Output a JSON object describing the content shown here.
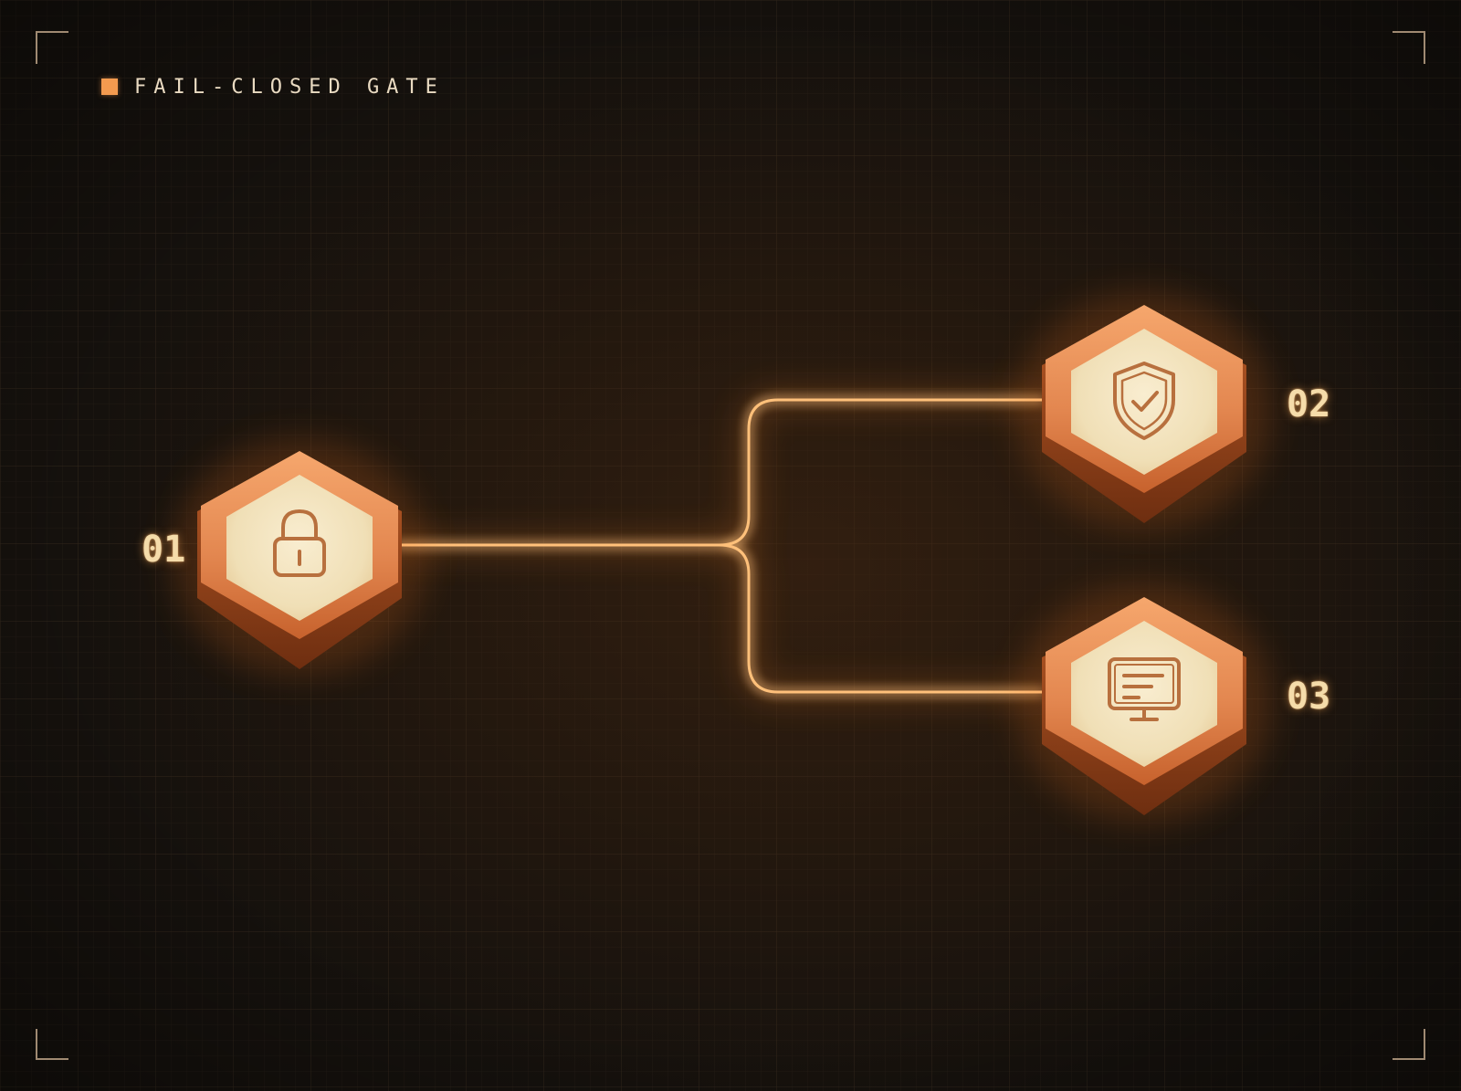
{
  "header": {
    "title": "FAIL-CLOSED GATE",
    "accent_color": "#f39a4f"
  },
  "diagram": {
    "type": "branching-flow",
    "nodes": [
      {
        "id": "01",
        "label": "01",
        "icon": "padlock-icon"
      },
      {
        "id": "02",
        "label": "02",
        "icon": "shield-check-icon"
      },
      {
        "id": "03",
        "label": "03",
        "icon": "monitor-icon"
      }
    ],
    "edges": [
      {
        "from": "01",
        "to": "02"
      },
      {
        "from": "01",
        "to": "03"
      }
    ]
  },
  "colors": {
    "background": "#15110d",
    "connector": "#ffb266",
    "hex_outer": "#e07a42",
    "hex_inner": "#f3e3bd",
    "label": "#f5dcaa"
  }
}
